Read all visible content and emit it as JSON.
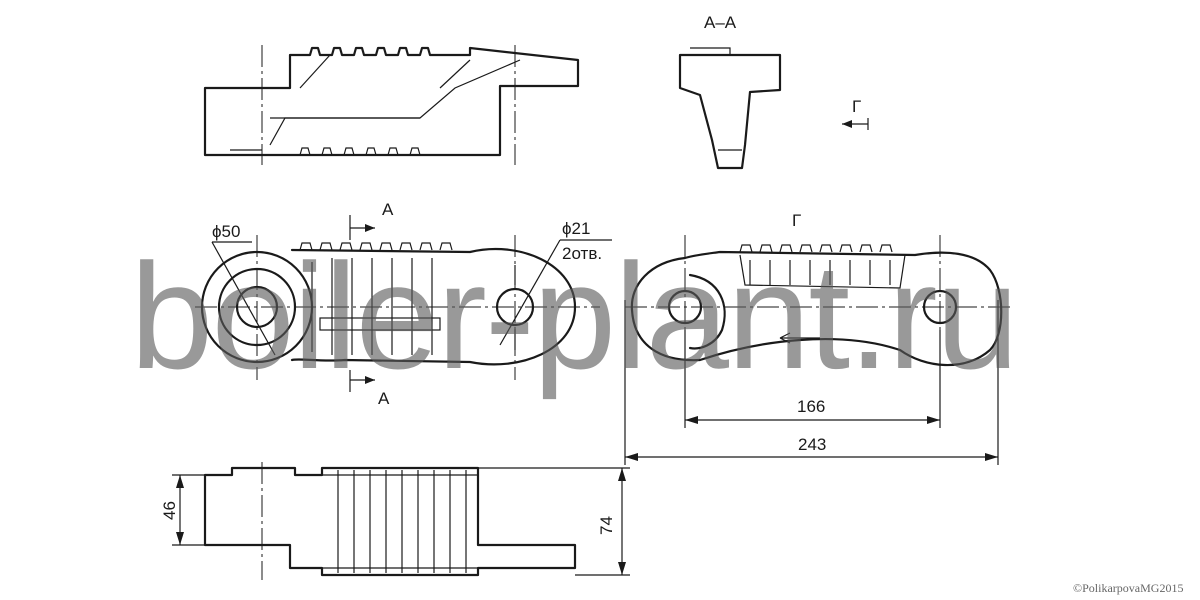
{
  "section_label": "А–А",
  "view_label": "Г",
  "view_arrow_label": "Г",
  "cut_label_top": "А",
  "cut_label_bottom": "А",
  "diameter_big": "ϕ50",
  "diameter_small": "ϕ21",
  "holes_note": "2отв.",
  "dim_pitch": "166",
  "dim_length": "243",
  "dim_width_inner": "46",
  "dim_width_outer": "74",
  "watermark": "boiler-plant.ru",
  "copyright": "©PolikarpovaMG2015",
  "colors": {
    "line": "#1a1a1a",
    "watermark": "#5a5a5a",
    "background": "#ffffff"
  }
}
